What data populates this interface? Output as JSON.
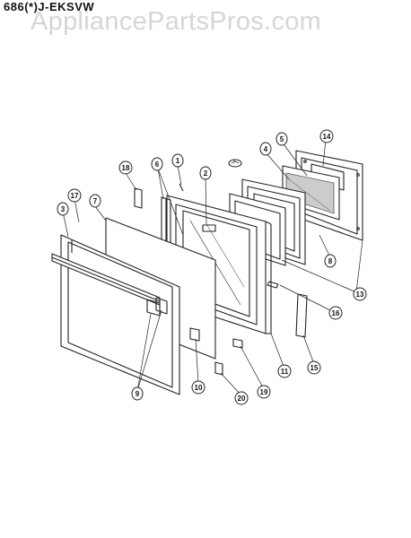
{
  "header": {
    "model": "686(*)J-EKSVW",
    "watermark": "AppliancePartsPros.com"
  },
  "callouts": [
    "1",
    "2",
    "3",
    "4",
    "5",
    "6",
    "7",
    "8",
    "9",
    "10",
    "11",
    "13",
    "14",
    "15",
    "16",
    "17",
    "18",
    "19",
    "20"
  ]
}
